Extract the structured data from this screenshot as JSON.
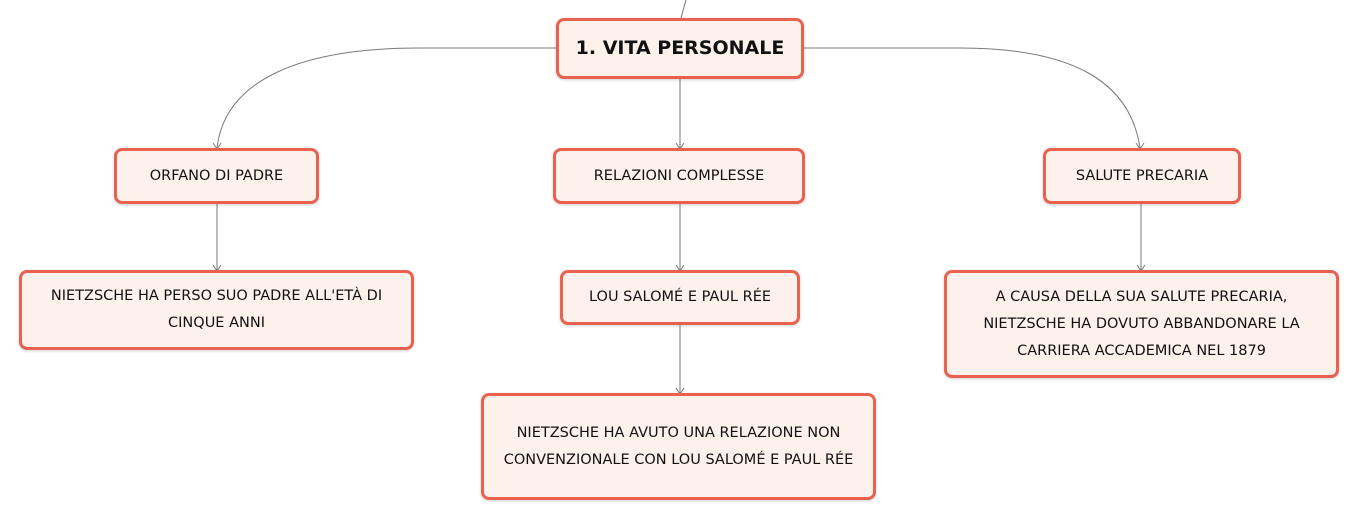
{
  "diagram": {
    "root": {
      "label": "1. VITA PERSONALE"
    },
    "branches": [
      {
        "label": "ORFANO DI PADRE",
        "children": [
          {
            "label": "NIETZSCHE HA PERSO SUO PADRE ALL'ETÀ DI CINQUE ANNI"
          }
        ]
      },
      {
        "label": "RELAZIONI COMPLESSE",
        "children": [
          {
            "label": "LOU SALOMÉ E PAUL RÉE"
          },
          {
            "label": "NIETZSCHE HA AVUTO UNA RELAZIONE NON CONVENZIONALE CON LOU SALOMÉ E PAUL RÉE"
          }
        ]
      },
      {
        "label": "SALUTE PRECARIA",
        "children": [
          {
            "label": "A CAUSA DELLA SUA SALUTE PRECARIA, NIETZSCHE HA DOVUTO ABBANDONARE LA CARRIERA ACCADEMICA NEL 1879"
          }
        ]
      }
    ]
  },
  "colors": {
    "node_border": "#e8624f",
    "node_fill": "#fdf1ec",
    "connector": "#7a7a7a"
  }
}
